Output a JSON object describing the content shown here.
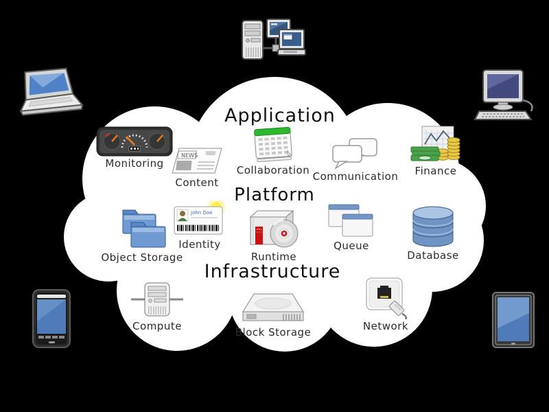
{
  "background_color": "#000000",
  "cloud_color": "#ffffff",
  "diagram": {
    "layers": [
      {
        "label": "Application",
        "services": [
          {
            "label": "Monitoring",
            "icon": "dashboard-gauges"
          },
          {
            "label": "Content",
            "icon": "newspaper"
          },
          {
            "label": "Collaboration",
            "icon": "calendar"
          },
          {
            "label": "Communication",
            "icon": "chat-bubbles"
          },
          {
            "label": "Finance",
            "icon": "chart-money-coins"
          }
        ]
      },
      {
        "label": "Platform",
        "services": [
          {
            "label": "Object Storage",
            "icon": "blue-folders"
          },
          {
            "label": "Identity",
            "icon": "id-card"
          },
          {
            "label": "Runtime",
            "icon": "software-box-with-cd"
          },
          {
            "label": "Queue",
            "icon": "stacked-windows"
          },
          {
            "label": "Database",
            "icon": "database-cylinder"
          }
        ]
      },
      {
        "label": "Infrastructure",
        "services": [
          {
            "label": "Compute",
            "icon": "server-tower"
          },
          {
            "label": "Block Storage",
            "icon": "hard-drive"
          },
          {
            "label": "Network",
            "icon": "ethernet-socket-plug"
          }
        ]
      }
    ],
    "icon_texts": {
      "news": "NEWS",
      "id_name": "John Doe"
    },
    "devices": [
      {
        "name": "server-with-workstations",
        "position": "top-center"
      },
      {
        "name": "laptop",
        "position": "top-left"
      },
      {
        "name": "desktop-computer",
        "position": "top-right"
      },
      {
        "name": "smartphone",
        "position": "bottom-left"
      },
      {
        "name": "tablet",
        "position": "bottom-right"
      }
    ],
    "colors": {
      "accent_blue": "#5b87c7",
      "database_blue": "#6f94c4",
      "calendar_green": "#2eb82e",
      "money_green": "#4aa34a",
      "coin_gold": "#e8c84a",
      "needle_orange": "#e07820",
      "runtime_red": "#cc1111",
      "screen_blue": "#4f7cb8",
      "label_text": "#2b2b2b"
    }
  }
}
